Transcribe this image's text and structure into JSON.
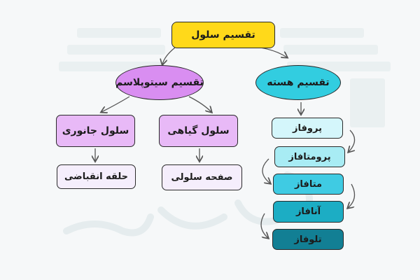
{
  "diagram": {
    "root": {
      "label": "تقسیم سلول"
    },
    "cytoplasm_division": {
      "label": "تقسیم سیتوپلاسم"
    },
    "nuclear_division": {
      "label": "تقسیم هسته"
    },
    "animal_cell": {
      "label": "سلول جانوری"
    },
    "plant_cell": {
      "label": "سلول گیاهی"
    },
    "contractile_ring": {
      "label": "حلقه انقباضی"
    },
    "cell_plate": {
      "label": "صفحه سلولی"
    },
    "phases": [
      {
        "label": "پروفاز",
        "color": "#d4f6fb"
      },
      {
        "label": "پرومتافاز",
        "color": "#a8ecf4"
      },
      {
        "label": "متافاز",
        "color": "#3fcbe3"
      },
      {
        "label": "آنافاز",
        "color": "#1cadc4"
      },
      {
        "label": "تلوفاز",
        "color": "#127f94"
      }
    ]
  },
  "colors": {
    "root": "#ffd91a",
    "cytoplasm": "#d98ef1",
    "nucleus": "#32cde0",
    "cell_type": "#e8b9f7",
    "result": "#f5eefc",
    "background": "#f6f8f9"
  }
}
